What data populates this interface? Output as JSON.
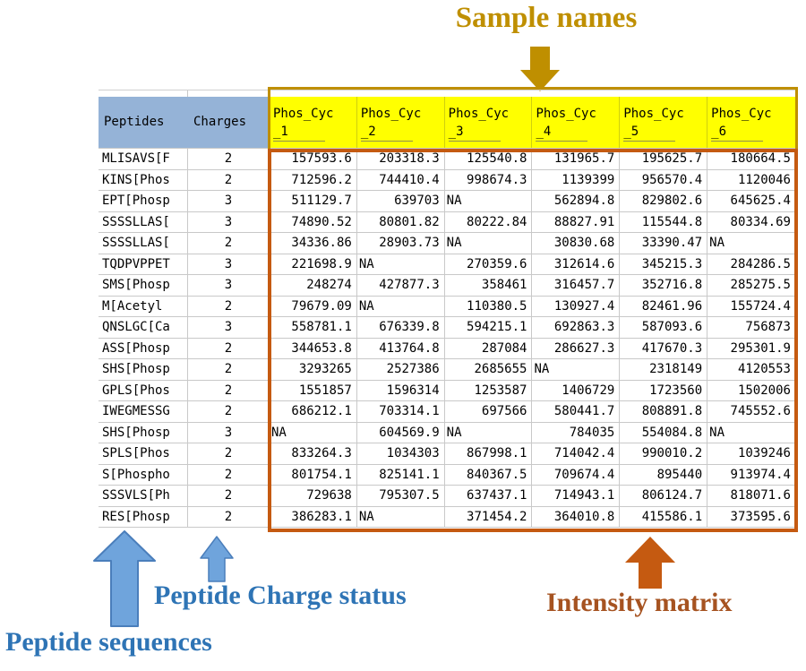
{
  "annotations": {
    "sample_names": "Sample names",
    "peptide_charge_status": "Peptide Charge status",
    "peptide_sequences": "Peptide sequences",
    "intensity_matrix": "Intensity matrix"
  },
  "colors": {
    "header_blue": "#95B3D7",
    "header_yellow": "#FFFF00",
    "sample_box_and_arrow_gold": "#BF8F00",
    "matrix_box_and_arrow_orange": "#C55A11",
    "blue_label_text": "#2E74B5",
    "brown_label_text": "#A65321",
    "blue_arrow_fill": "#6FA4DC",
    "blue_arrow_stroke": "#4A7EBB"
  },
  "table": {
    "peptide_header": "Peptides",
    "charge_header": "Charges",
    "sample_headers": [
      "Phos_Cyc_1",
      "Phos_Cyc_2",
      "Phos_Cyc_3",
      "Phos_Cyc_4",
      "Phos_Cyc_5",
      "Phos_Cyc_6"
    ],
    "rows": [
      {
        "peptide": "MLISAVS[F",
        "charge": "2",
        "values": [
          "157593.6",
          "203318.3",
          "125540.8",
          "131965.7",
          "195625.7",
          "180664.5"
        ]
      },
      {
        "peptide": "KINS[Phos",
        "charge": "2",
        "values": [
          "712596.2",
          "744410.4",
          "998674.3",
          "1139399",
          "956570.4",
          "1120046"
        ]
      },
      {
        "peptide": "EPT[Phosp",
        "charge": "3",
        "values": [
          "511129.7",
          "639703",
          "NA",
          "562894.8",
          "829802.6",
          "645625.4"
        ]
      },
      {
        "peptide": "SSSSLLAS[",
        "charge": "3",
        "values": [
          "74890.52",
          "80801.82",
          "80222.84",
          "88827.91",
          "115544.8",
          "80334.69"
        ]
      },
      {
        "peptide": "SSSSLLAS[",
        "charge": "2",
        "values": [
          "34336.86",
          "28903.73",
          "NA",
          "30830.68",
          "33390.47",
          "NA"
        ]
      },
      {
        "peptide": "TQDPVPPET",
        "charge": "3",
        "values": [
          "221698.9",
          "NA",
          "270359.6",
          "312614.6",
          "345215.3",
          "284286.5"
        ]
      },
      {
        "peptide": "SMS[Phosp",
        "charge": "3",
        "values": [
          "248274",
          "427877.3",
          "358461",
          "316457.7",
          "352716.8",
          "285275.5"
        ]
      },
      {
        "peptide": "M[Acetyl",
        "charge": "2",
        "values": [
          "79679.09",
          "NA",
          "110380.5",
          "130927.4",
          "82461.96",
          "155724.4"
        ]
      },
      {
        "peptide": "QNSLGC[Ca",
        "charge": "3",
        "values": [
          "558781.1",
          "676339.8",
          "594215.1",
          "692863.3",
          "587093.6",
          "756873"
        ]
      },
      {
        "peptide": "ASS[Phosp",
        "charge": "2",
        "values": [
          "344653.8",
          "413764.8",
          "287084",
          "286627.3",
          "417670.3",
          "295301.9"
        ]
      },
      {
        "peptide": "SHS[Phosp",
        "charge": "2",
        "values": [
          "3293265",
          "2527386",
          "2685655",
          "NA",
          "2318149",
          "4120553"
        ]
      },
      {
        "peptide": "GPLS[Phos",
        "charge": "2",
        "values": [
          "1551857",
          "1596314",
          "1253587",
          "1406729",
          "1723560",
          "1502006"
        ]
      },
      {
        "peptide": "IWEGMESSG",
        "charge": "2",
        "values": [
          "686212.1",
          "703314.1",
          "697566",
          "580441.7",
          "808891.8",
          "745552.6"
        ]
      },
      {
        "peptide": "SHS[Phosp",
        "charge": "3",
        "values": [
          "NA",
          "604569.9",
          "NA",
          "784035",
          "554084.8",
          "NA"
        ]
      },
      {
        "peptide": "SPLS[Phos",
        "charge": "2",
        "values": [
          "833264.3",
          "1034303",
          "867998.1",
          "714042.4",
          "990010.2",
          "1039246"
        ]
      },
      {
        "peptide": "S[Phospho",
        "charge": "2",
        "values": [
          "801754.1",
          "825141.1",
          "840367.5",
          "709674.4",
          "895440",
          "913974.4"
        ]
      },
      {
        "peptide": "SSSVLS[Ph",
        "charge": "2",
        "values": [
          "729638",
          "795307.5",
          "637437.1",
          "714943.1",
          "806124.7",
          "818071.6"
        ]
      },
      {
        "peptide": "RES[Phosp",
        "charge": "2",
        "values": [
          "386283.1",
          "NA",
          "371454.2",
          "364010.8",
          "415586.1",
          "373595.6"
        ]
      }
    ]
  }
}
